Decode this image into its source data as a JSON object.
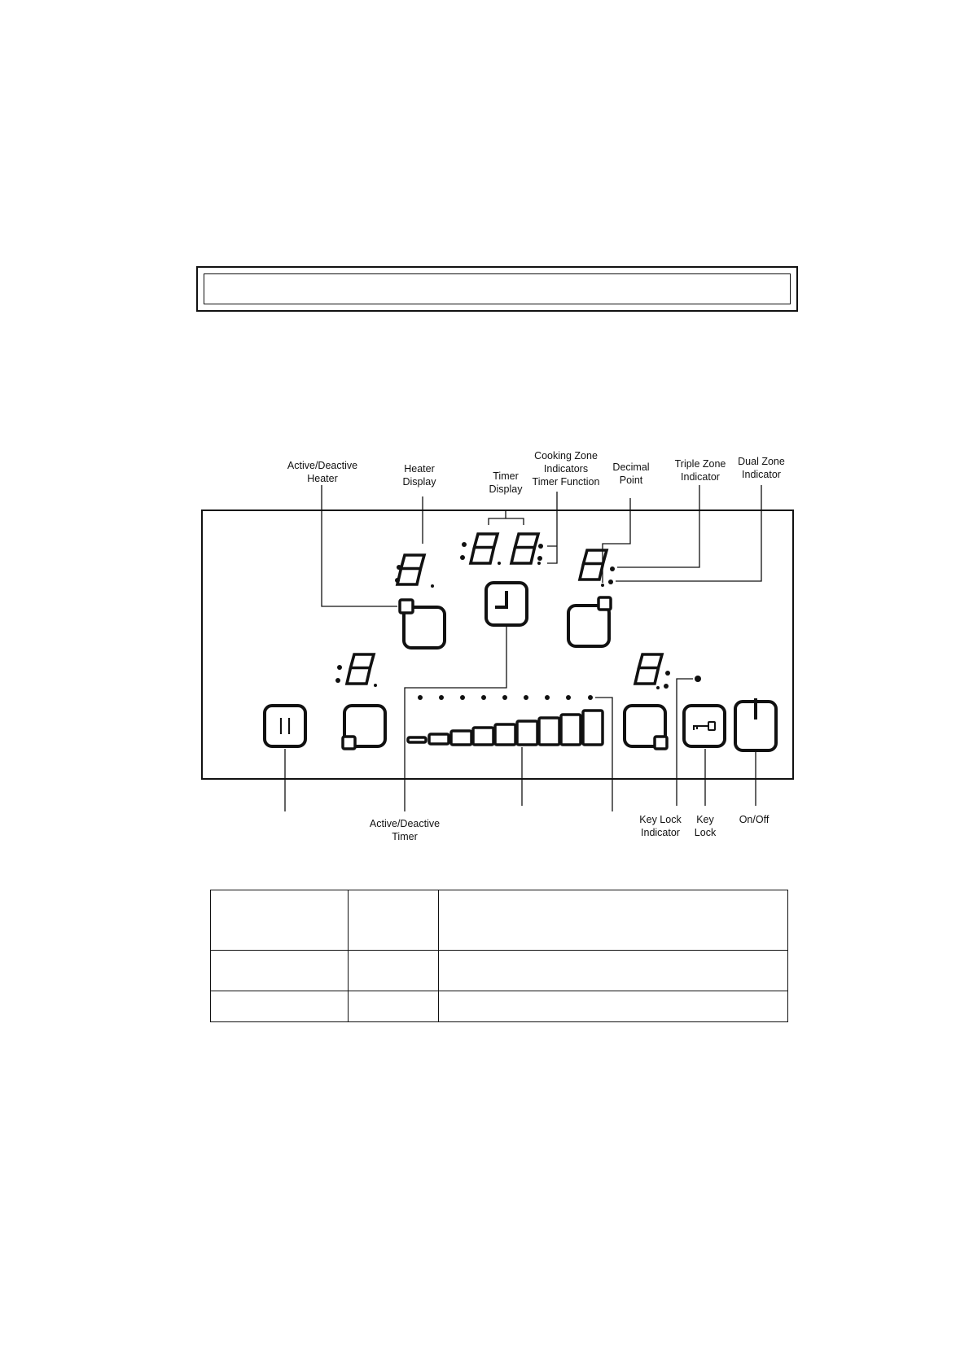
{
  "title_box": {
    "text": ""
  },
  "labels": {
    "active_heater": [
      "Active/Deactive",
      "Heater"
    ],
    "heater_display": [
      "Heater",
      "Display"
    ],
    "timer_display": [
      "Timer",
      "Display"
    ],
    "cooking_zone_indicators": [
      "Cooking Zone",
      "Indicators",
      "Timer Function"
    ],
    "decimal_point": [
      "Decimal",
      "Point"
    ],
    "triple_zone_indicator": [
      "Triple Zone",
      "Indicator"
    ],
    "dual_zone_indicator": [
      "Dual Zone",
      "Indicator"
    ],
    "active_timer": [
      "Active/Deactive",
      "Timer"
    ],
    "key_lock_indicator": [
      "Key Lock",
      "Indicator"
    ],
    "key_lock": [
      "Key",
      "Lock"
    ],
    "on_off": [
      "On/Off"
    ]
  },
  "table": {
    "rows": [
      [
        "",
        "",
        ""
      ],
      [
        "",
        "",
        ""
      ],
      [
        "",
        "",
        ""
      ]
    ]
  },
  "colors": {
    "ink": "#111111",
    "background": "#ffffff"
  }
}
